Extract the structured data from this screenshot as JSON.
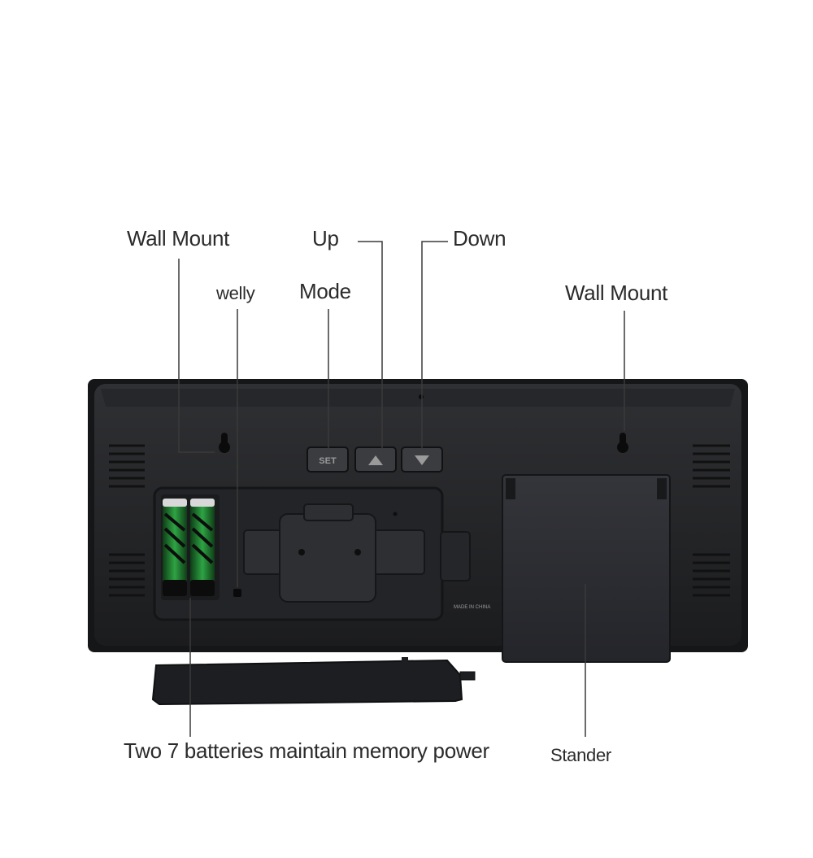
{
  "callouts": {
    "wall_mount_left": "Wall  Mount",
    "welly": "welly",
    "up": "Up",
    "mode": "Mode",
    "down": "Down",
    "wall_mount_right": "Wall  Mount",
    "batteries": "Two 7 batteries maintain memory power",
    "stander": "Stander"
  },
  "device": {
    "set_button_label": "SET",
    "up_button_symbol": "▲",
    "down_button_symbol": "▼",
    "made_in": "MADE IN CHINA"
  },
  "icons": {
    "up": "triangle-up-icon",
    "down": "triangle-down-icon"
  },
  "colors": {
    "background": "#ffffff",
    "body": "#1f2022",
    "panel": "#2a2b2e",
    "battery": "#1e7a2c",
    "text": "#2b2b2b",
    "leader_line": "#3a3a3a"
  }
}
